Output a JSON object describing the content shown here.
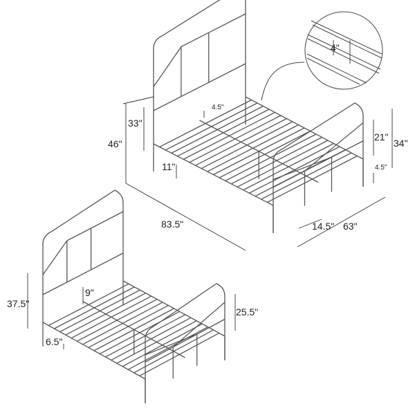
{
  "colors": {
    "line": "#555555",
    "dim": "#333333",
    "background": "#ffffff"
  },
  "top_bed": {
    "inset_slat_gap": "4\"",
    "headboard_rail_gap": "4.5\"",
    "headboard_above_rail": "33\"",
    "headboard_height": "46\"",
    "clearance": "11\"",
    "footboard_above_rail": "21\"",
    "footboard_height": "34\"",
    "footboard_rail_gap": "4.5\"",
    "leg_offset": "14.5\"",
    "width": "63\"",
    "length": "83.5\""
  },
  "bottom_bed": {
    "headboard_rail_gap": "9\"",
    "headboard_height": "37.5\"",
    "footboard_height": "25.5\"",
    "clearance": "6.5\""
  }
}
